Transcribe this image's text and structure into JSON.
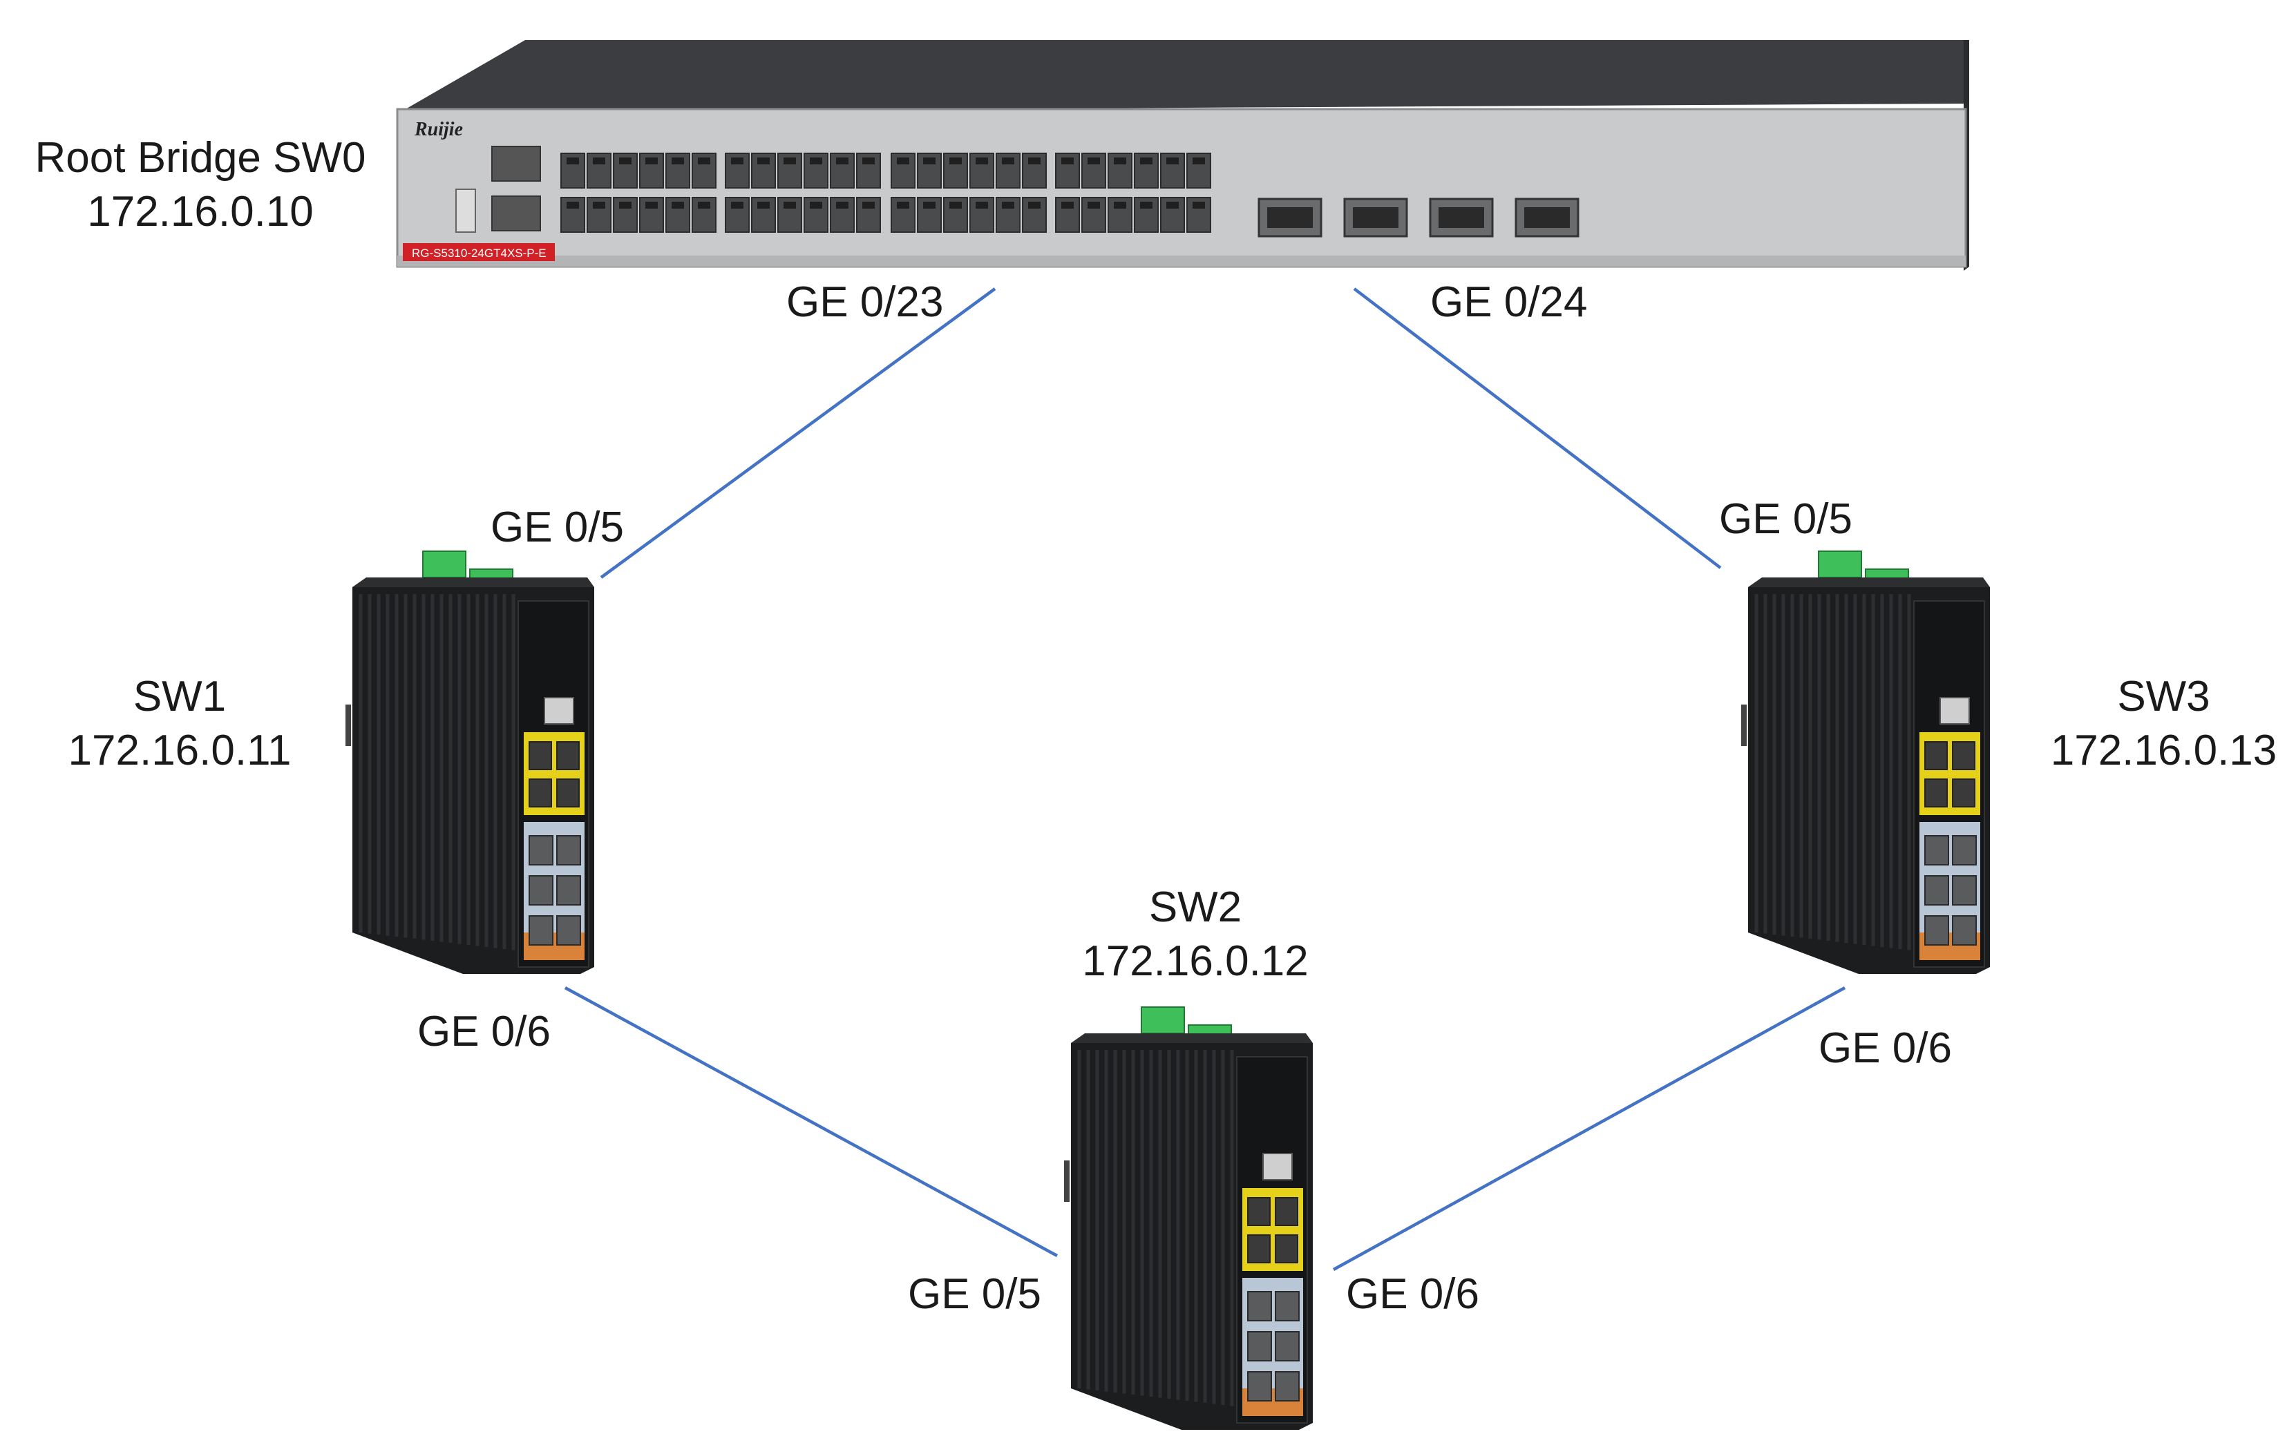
{
  "colors": {
    "link": "#4472C4",
    "rack_body": "#c9cacc",
    "rack_top": "#3b3d40",
    "industrial_body": "#1c1d1f",
    "terminal_green": "#3fbf5a",
    "sfp_yellow": "#e6d11a",
    "brand_red": "#d22027"
  },
  "nodes": {
    "sw0": {
      "label": "Root Bridge SW0",
      "ip": "172.16.0.10",
      "model": "RG-S5310-24GT4XS-P-E",
      "brand": "Ruijie",
      "icon": "rack-switch-icon"
    },
    "sw1": {
      "label": "SW1",
      "ip": "172.16.0.11",
      "icon": "industrial-switch-icon"
    },
    "sw2": {
      "label": "SW2",
      "ip": "172.16.0.12",
      "icon": "industrial-switch-icon"
    },
    "sw3": {
      "label": "SW3",
      "ip": "172.16.0.13",
      "icon": "industrial-switch-icon"
    }
  },
  "links": [
    {
      "from": "sw0",
      "to": "sw1",
      "from_port": "GE 0/23",
      "to_port": "GE 0/5"
    },
    {
      "from": "sw0",
      "to": "sw3",
      "from_port": "GE 0/24",
      "to_port": "GE 0/5"
    },
    {
      "from": "sw1",
      "to": "sw2",
      "from_port": "GE 0/6",
      "to_port": "GE 0/5"
    },
    {
      "from": "sw3",
      "to": "sw2",
      "from_port": "GE 0/6",
      "to_port": "GE 0/6"
    }
  ]
}
